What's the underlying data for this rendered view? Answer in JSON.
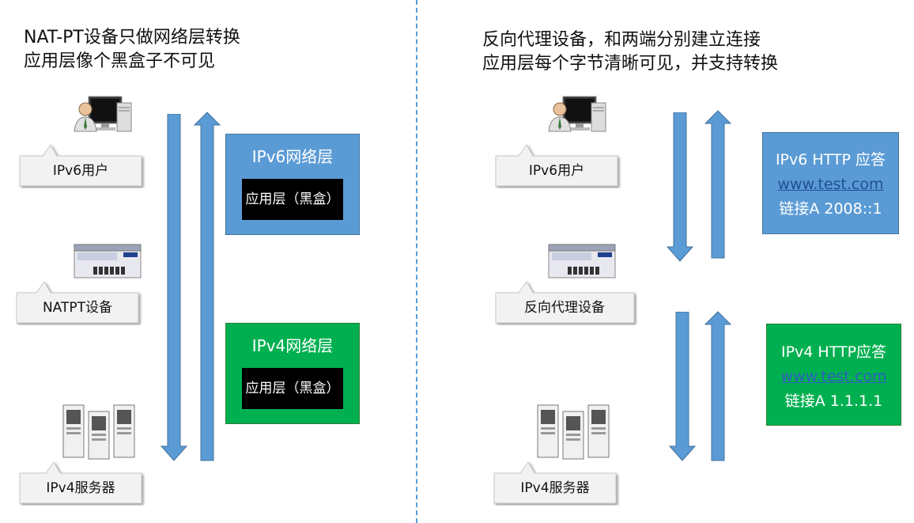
{
  "left": {
    "heading_line1": "NAT-PT设备只做网络层转换",
    "heading_line2": "应用层像个黑盒子不可见",
    "labels": {
      "ipv6_user": "IPv6用户",
      "device": "NATPT设备",
      "ipv4_server": "IPv4服务器"
    },
    "ipv6_box": {
      "title": "IPv6网络层",
      "inner": "应用层（黑盒）"
    },
    "ipv4_box": {
      "title": "IPv4网络层",
      "inner": "应用层（黑盒）"
    }
  },
  "right": {
    "heading_line1": "反向代理设备，和两端分别建立连接",
    "heading_line2": "应用层每个字节清晰可见，并支持转换",
    "labels": {
      "ipv6_user": "IPv6用户",
      "device": "反向代理设备",
      "ipv4_server": "IPv4服务器"
    },
    "ipv6_box": {
      "line1": "IPv6 HTTP 应答",
      "link": "www.test.com",
      "line3": "链接A  2008::1"
    },
    "ipv4_box": {
      "line1": "IPv4 HTTP应答",
      "link": "www.test.com",
      "line3": "链接A  1.1.1.1"
    }
  },
  "colors": {
    "blue": "#5b9bd5",
    "green": "#00b050",
    "divider": "#5b9bd5"
  },
  "icons": [
    "user-computer-icon",
    "network-appliance-icon",
    "server-rack-icon"
  ]
}
